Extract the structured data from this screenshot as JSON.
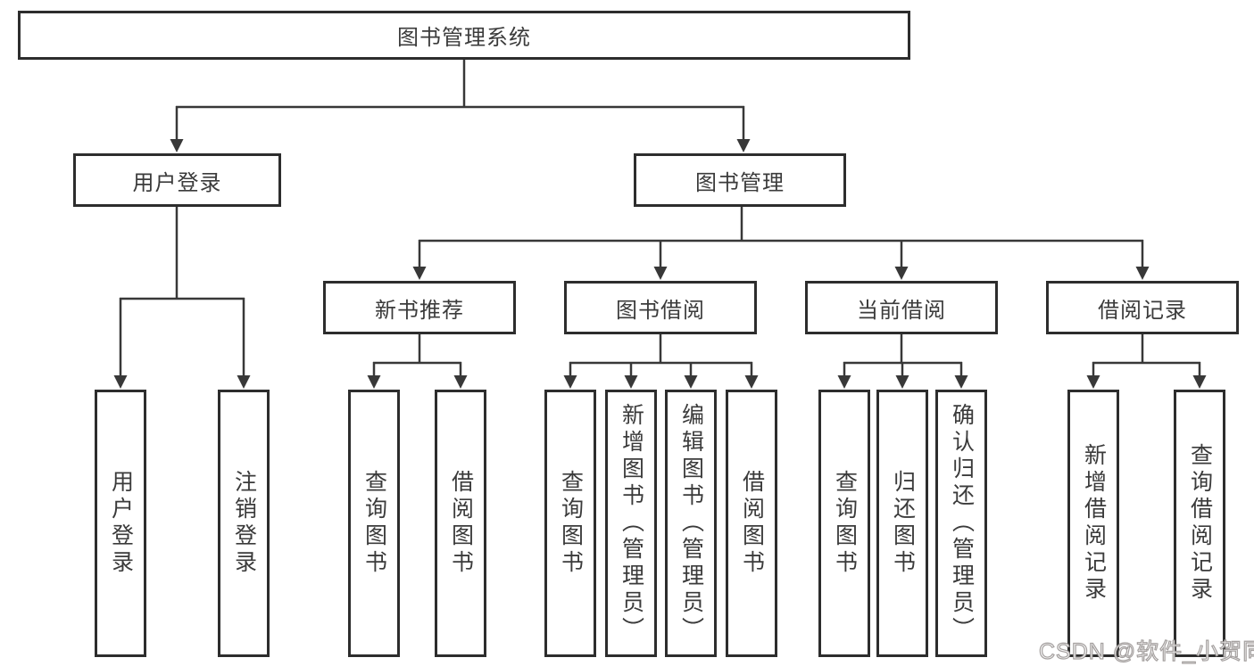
{
  "tree": {
    "root": {
      "label": "图书管理系统"
    },
    "branches": [
      {
        "label": "用户登录",
        "children": [
          {
            "label": "用户登录"
          },
          {
            "label": "注销登录"
          }
        ]
      },
      {
        "label": "图书管理",
        "groups": [
          {
            "label": "新书推荐",
            "children": [
              {
                "label": "查询图书"
              },
              {
                "label": "借阅图书"
              }
            ]
          },
          {
            "label": "图书借阅",
            "children": [
              {
                "label": "查询图书"
              },
              {
                "label": "新增图书（管理员）"
              },
              {
                "label": "编辑图书（管理员）"
              },
              {
                "label": "借阅图书"
              }
            ]
          },
          {
            "label": "当前借阅",
            "children": [
              {
                "label": "查询图书"
              },
              {
                "label": "归还图书"
              },
              {
                "label": "确认归还（管理员）"
              }
            ]
          },
          {
            "label": "借阅记录",
            "children": [
              {
                "label": "新增借阅记录"
              },
              {
                "label": "查询借阅记录"
              }
            ]
          }
        ]
      }
    ]
  },
  "colors": {
    "line": "#383838",
    "box_border": "#2d2d2d",
    "text": "#3b3b3b",
    "background": "#ffffff",
    "watermark_stroke": "#969290"
  },
  "watermark": {
    "text": "CSDN @软件_小贺同学"
  }
}
